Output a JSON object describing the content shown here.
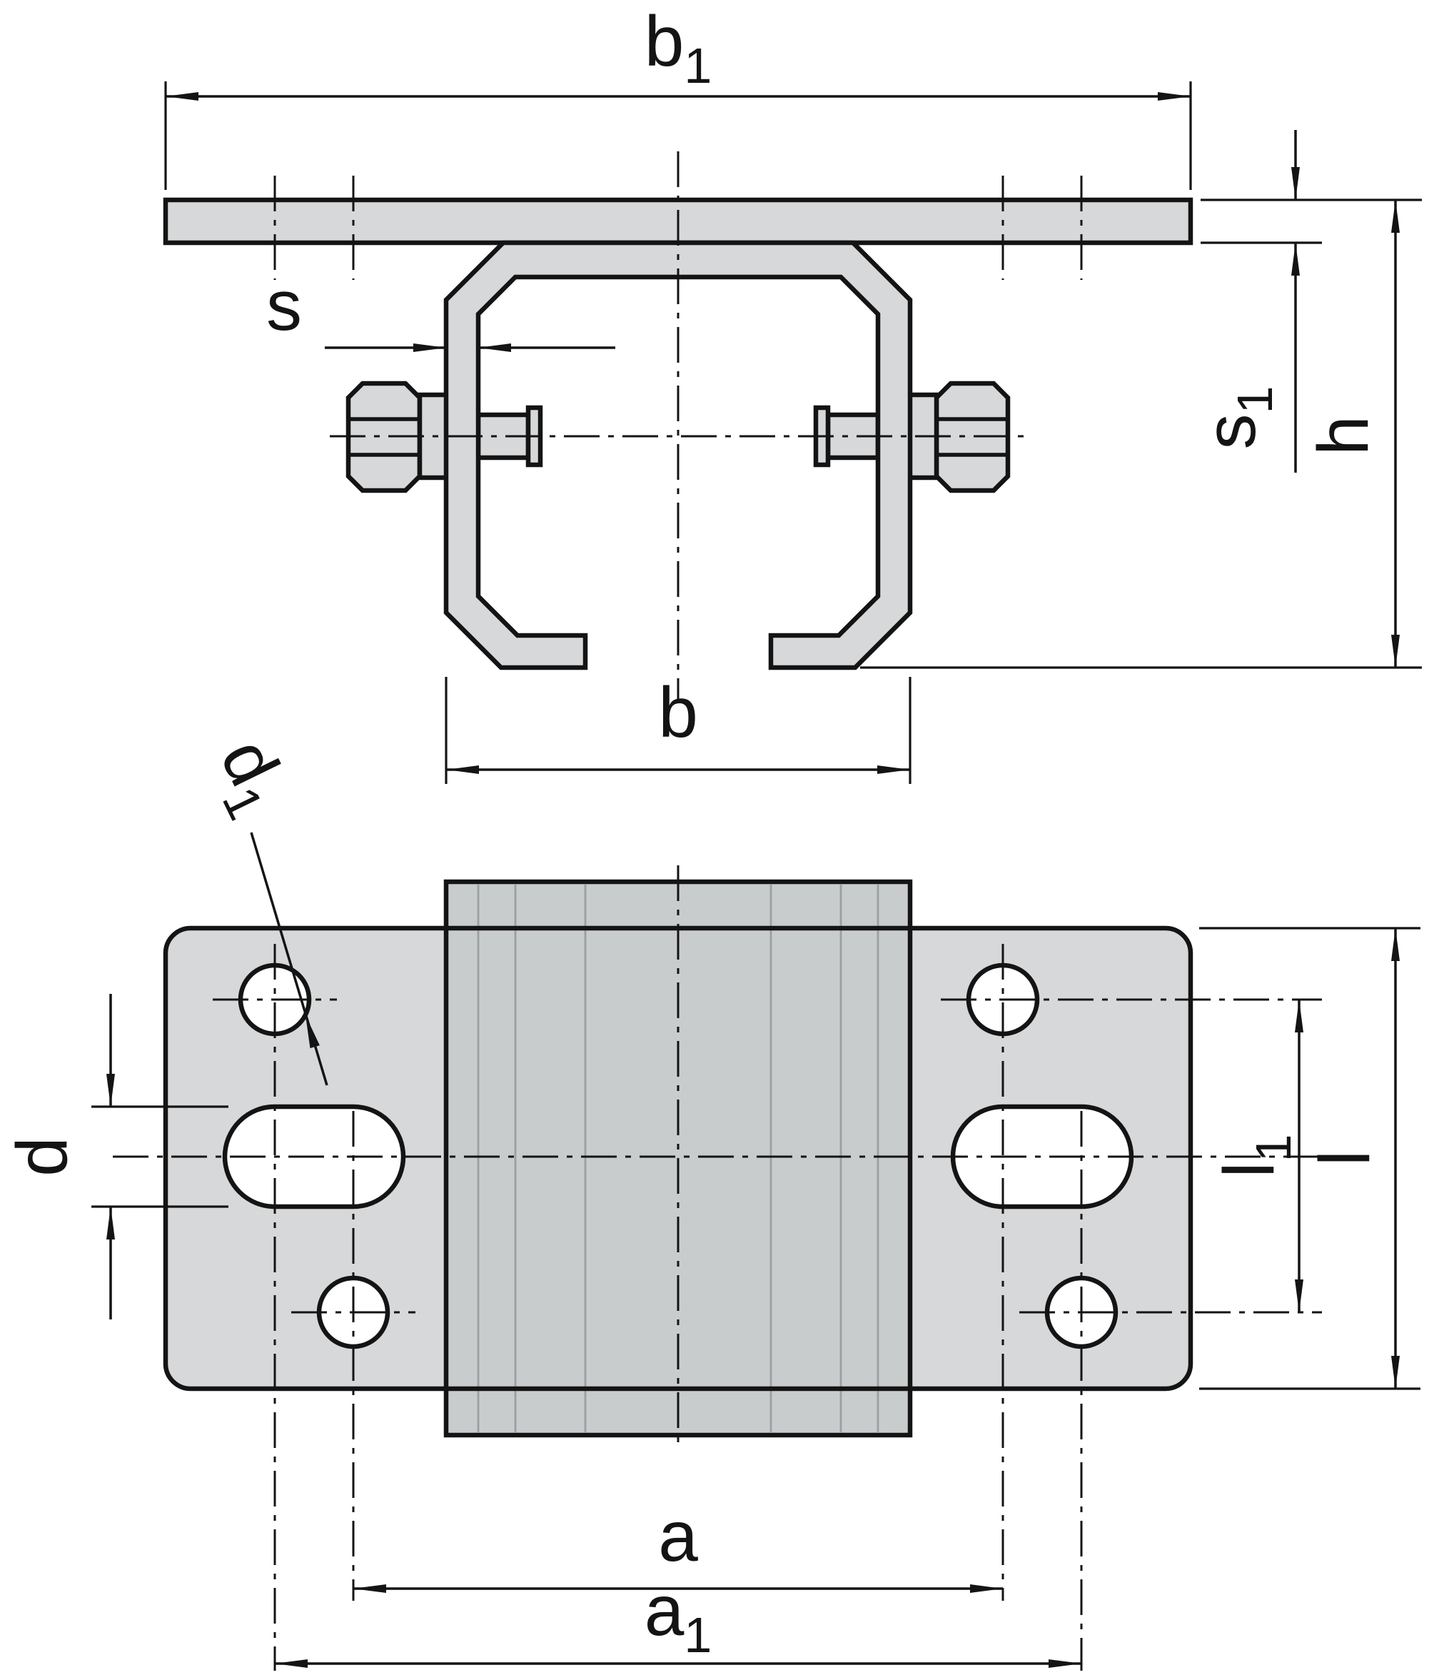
{
  "colors": {
    "background": "#ffffff",
    "part_fill": "#d6d8d9",
    "band_fill": "#c9cccd",
    "line": "#141414",
    "thin_line": "#9aa0a4"
  },
  "labels": {
    "b1": {
      "base": "b",
      "sub": "1"
    },
    "s": {
      "text": "s"
    },
    "s1": {
      "base": "s",
      "sub": "1"
    },
    "h": {
      "text": "h"
    },
    "b": {
      "text": "b"
    },
    "d1": {
      "base": "d",
      "sub": "1"
    },
    "d": {
      "text": "d"
    },
    "l1": {
      "base": "l",
      "sub": "1"
    },
    "l": {
      "text": "l"
    },
    "a": {
      "text": "a"
    },
    "a1": {
      "base": "a",
      "sub": "1"
    }
  }
}
